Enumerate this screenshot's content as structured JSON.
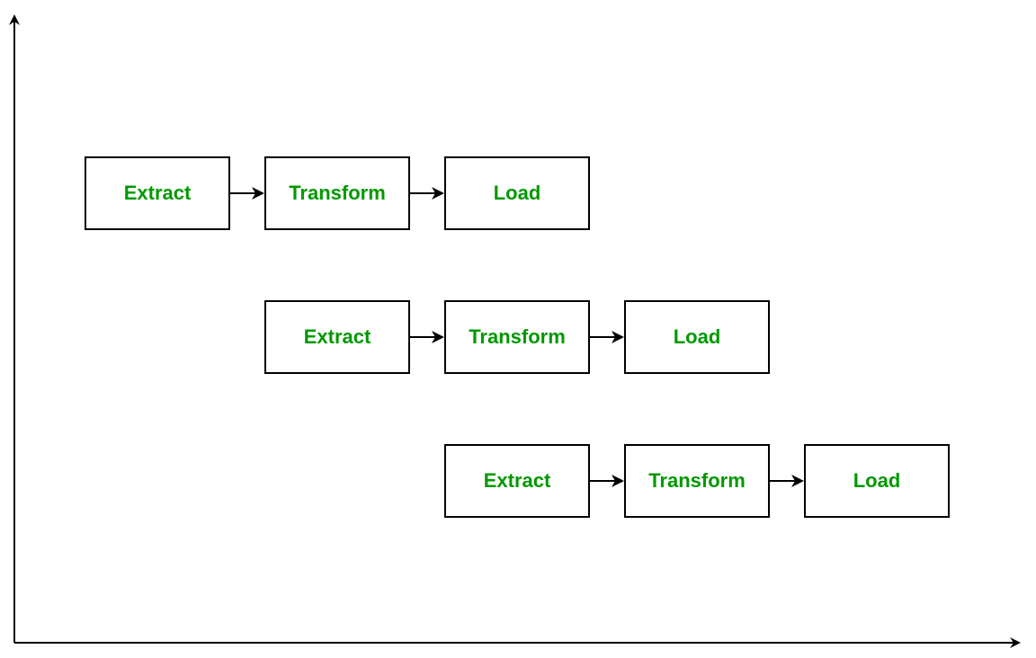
{
  "colors": {
    "stage_text": "#009900",
    "stroke": "#000000",
    "background": "#ffffff"
  },
  "pipelines": [
    {
      "stages": [
        "Extract",
        "Transform",
        "Load"
      ]
    },
    {
      "stages": [
        "Extract",
        "Transform",
        "Load"
      ]
    },
    {
      "stages": [
        "Extract",
        "Transform",
        "Load"
      ]
    }
  ]
}
